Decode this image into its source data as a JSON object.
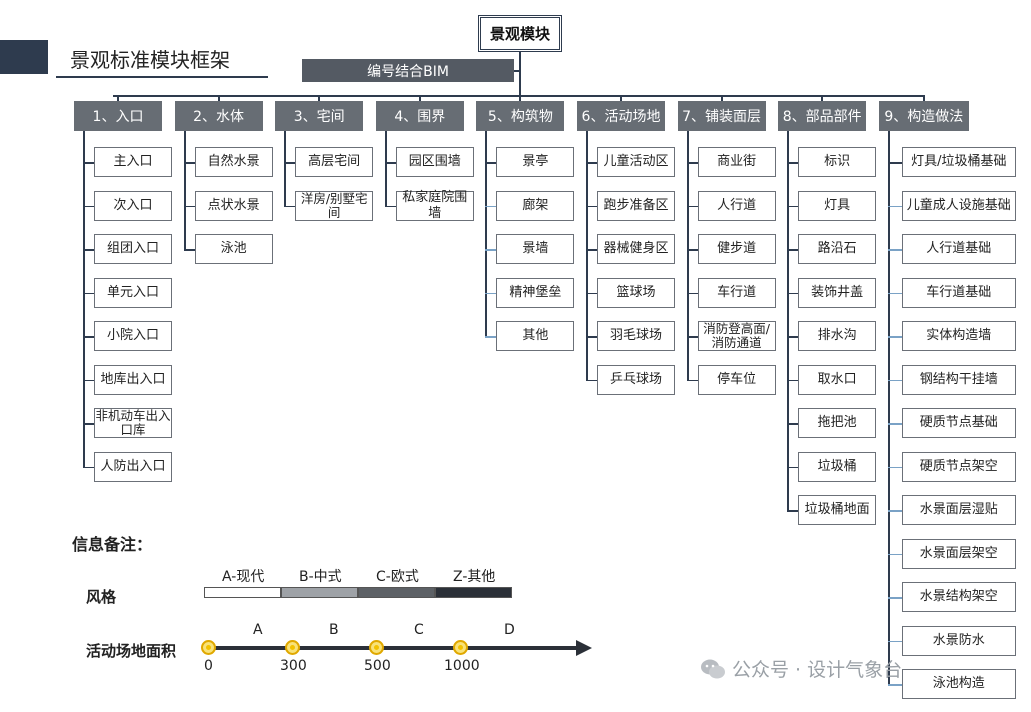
{
  "title": "景观标准模块框架",
  "root": "景观模块",
  "bim": "编号结合BIM",
  "categories": [
    {
      "label": "1、入口",
      "items": [
        "主入口",
        "次入口",
        "组团入口",
        "单元入口",
        "小院入口",
        "地库出入口",
        "非机动车出入口库",
        "人防出入口"
      ]
    },
    {
      "label": "2、水体",
      "items": [
        "自然水景",
        "点状水景",
        "泳池"
      ]
    },
    {
      "label": "3、宅间",
      "items": [
        "高层宅间",
        "洋房/别墅宅间"
      ]
    },
    {
      "label": "4、围界",
      "items": [
        "园区围墙",
        "私家庭院围墙"
      ]
    },
    {
      "label": "5、构筑物",
      "items": [
        "景亭",
        "廊架",
        "景墙",
        "精神堡垒",
        "其他"
      ]
    },
    {
      "label": "6、活动场地",
      "items": [
        "儿童活动区",
        "跑步准备区",
        "器械健身区",
        "篮球场",
        "羽毛球场",
        "乒乓球场"
      ]
    },
    {
      "label": "7、铺装面层",
      "items": [
        "商业街",
        "人行道",
        "健步道",
        "车行道",
        "消防登高面/消防通道",
        "停车位"
      ]
    },
    {
      "label": "8、部品部件",
      "items": [
        "标识",
        "灯具",
        "路沿石",
        "装饰井盖",
        "排水沟",
        "取水口",
        "拖把池",
        "垃圾桶",
        "垃圾桶地面"
      ]
    },
    {
      "label": "9、构造做法",
      "items": [
        "灯具/垃圾桶基础",
        "儿童成人设施基础",
        "人行道基础",
        "车行道基础",
        "实体构造墙",
        "钢结构干挂墙",
        "硬质节点基础",
        "硬质节点架空",
        "水景面层湿贴",
        "水景面层架空",
        "水景结构架空",
        "水景防水",
        "泳池构造"
      ]
    }
  ],
  "notes": {
    "title": "信息备注：",
    "style_label": "风格",
    "styles": [
      {
        "label": "A-现代",
        "color": "#ffffff"
      },
      {
        "label": "B-中式",
        "color": "#9ea2a7"
      },
      {
        "label": "C-欧式",
        "color": "#5d6166"
      },
      {
        "label": "Z-其他",
        "color": "#2b3038"
      }
    ],
    "area_label": "活动场地面积",
    "area_ticks": [
      "0",
      "300",
      "500",
      "1000"
    ],
    "area_grades": [
      "A",
      "B",
      "C",
      "D"
    ]
  },
  "watermark": "公众号 · 设计气象台",
  "colors": {
    "dark": "#2e3b4e",
    "category": "#676d74",
    "bim": "#545a63",
    "accent_line": "#7aa2c6",
    "dot": "#f3c200"
  }
}
